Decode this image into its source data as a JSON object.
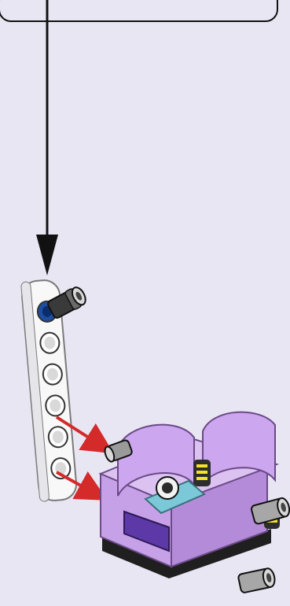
{
  "scene": {
    "background_color": "#e9e6f3",
    "callout_box_present": true,
    "arrow_direction": "down",
    "assembly_arrows": 2,
    "assembly_arrow_color": "#d42a2a",
    "beam_holes": 6,
    "icons": [
      "arrow-down-icon",
      "technic-beam",
      "technic-pin",
      "lavender-block-assembly",
      "assembly-arrow"
    ]
  }
}
